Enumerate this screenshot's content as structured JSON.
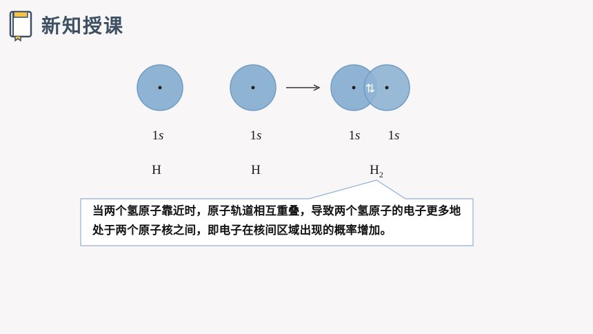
{
  "header": {
    "title": "新知授课",
    "icon": "book-icon"
  },
  "diagram": {
    "atoms": [
      {
        "orbital": "1",
        "orbital_sub": "s",
        "label": "H"
      },
      {
        "orbital": "1",
        "orbital_sub": "s",
        "label": "H"
      }
    ],
    "molecule": {
      "orbitals": [
        {
          "orbital": "1",
          "orbital_sub": "s"
        },
        {
          "orbital": "1",
          "orbital_sub": "s"
        }
      ],
      "label_main": "H",
      "label_sub": "2",
      "spin_symbol": "⇅"
    },
    "arrow_icon": "right-arrow-icon"
  },
  "callout": {
    "text": "当两个氢原子靠近时，原子轨道相互重叠，导致两个氢原子的电子更多地处于两个原子核之间，即电子在核间区域出现的概率增加。"
  },
  "colors": {
    "orbital_fill": "#8fb4d3",
    "orbital_stroke": "#6f9cc4",
    "callout_border": "#8fb1d6",
    "heading": "#3d4f62",
    "background": "#f8f6f6"
  }
}
